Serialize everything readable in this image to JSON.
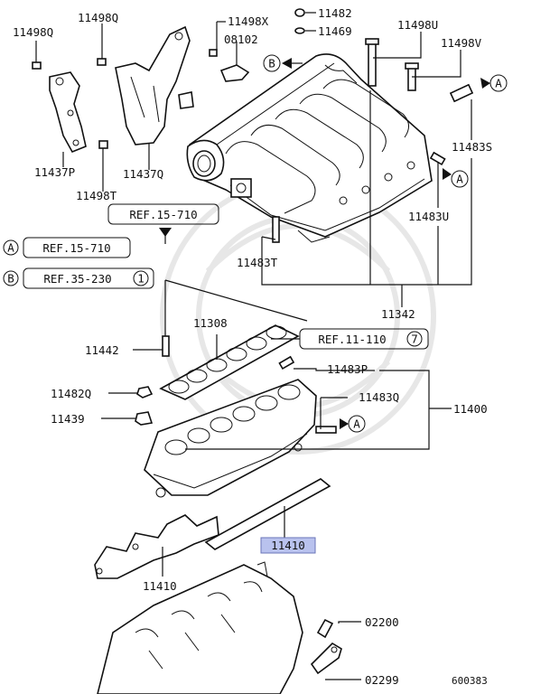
{
  "diagram": {
    "labels": {
      "p11498Q_a": "11498Q",
      "p11498Q_b": "11498Q",
      "p11498X": "11498X",
      "p11482": "11482",
      "p11469": "11469",
      "p11498U": "11498U",
      "p11498V": "11498V",
      "p08102": "08102",
      "p11437P": "11437P",
      "p11437Q": "11437Q",
      "p11498T": "11498T",
      "p11483S": "11483S",
      "p11483U": "11483U",
      "p11483T": "11483T",
      "p11342": "11342",
      "p11308": "11308",
      "p11442": "11442",
      "p11482Q": "11482Q",
      "p11439": "11439",
      "p11483P": "11483P",
      "p11483Q": "11483Q",
      "p11400": "11400",
      "p11410_hl": "11410",
      "p11410": "11410",
      "p02200": "02200",
      "p02299": "02299",
      "diagram_code": "600383"
    },
    "refs": {
      "ref_top": "REF.15-710",
      "ref_a": "REF.15-710",
      "ref_b": "REF.35-230",
      "ref_b_num": "1",
      "ref_mid": "REF.11-110",
      "ref_mid_num": "7"
    },
    "markers": {
      "a": "A",
      "b": "B"
    },
    "highlight_color": "#b9c2ee"
  }
}
